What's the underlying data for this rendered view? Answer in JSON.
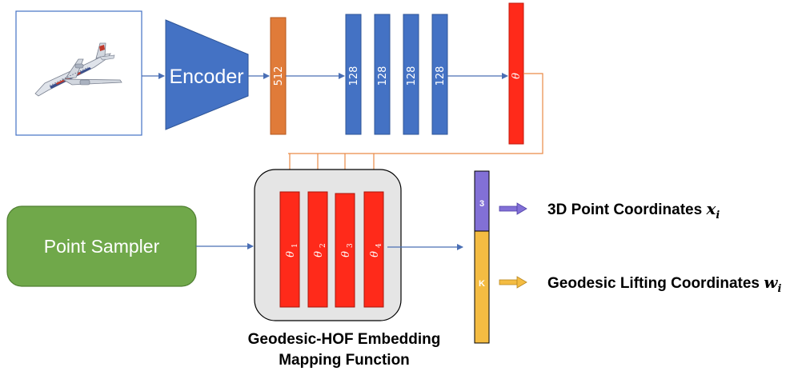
{
  "encoder": {
    "label": "Encoder"
  },
  "encoder_block": {
    "label": "512"
  },
  "hidden_layers": [
    {
      "label": "128"
    },
    {
      "label": "128"
    },
    {
      "label": "128"
    },
    {
      "label": "128"
    }
  ],
  "theta_output": {
    "symbol": "θ"
  },
  "point_sampler": {
    "label": "Point Sampler"
  },
  "mapping_function": {
    "caption_line1": "Geodesic-HOF Embedding",
    "caption_line2": "Mapping Function",
    "layers": [
      {
        "symbol": "θ",
        "index": "1"
      },
      {
        "symbol": "θ",
        "index": "2"
      },
      {
        "symbol": "θ",
        "index": "3"
      },
      {
        "symbol": "θ",
        "index": "4"
      }
    ]
  },
  "output_vector": {
    "top_label": "3",
    "bottom_label": "K"
  },
  "outputs": [
    {
      "text": "3D Point Coordinates ",
      "var": "x",
      "sub": "i"
    },
    {
      "text": "Geodesic Lifting Coordinates ",
      "var": "w",
      "sub": "i"
    }
  ],
  "colors": {
    "encoder_blue": "#4472c4",
    "orange": "#e07b39",
    "red": "#ff2a1a",
    "green": "#70a84a",
    "purple": "#8270d6",
    "yellow": "#f4bc42",
    "panel_gray": "#e5e5e5",
    "connector_blue": "#4a6fb5",
    "connector_orange": "#e98a47"
  }
}
